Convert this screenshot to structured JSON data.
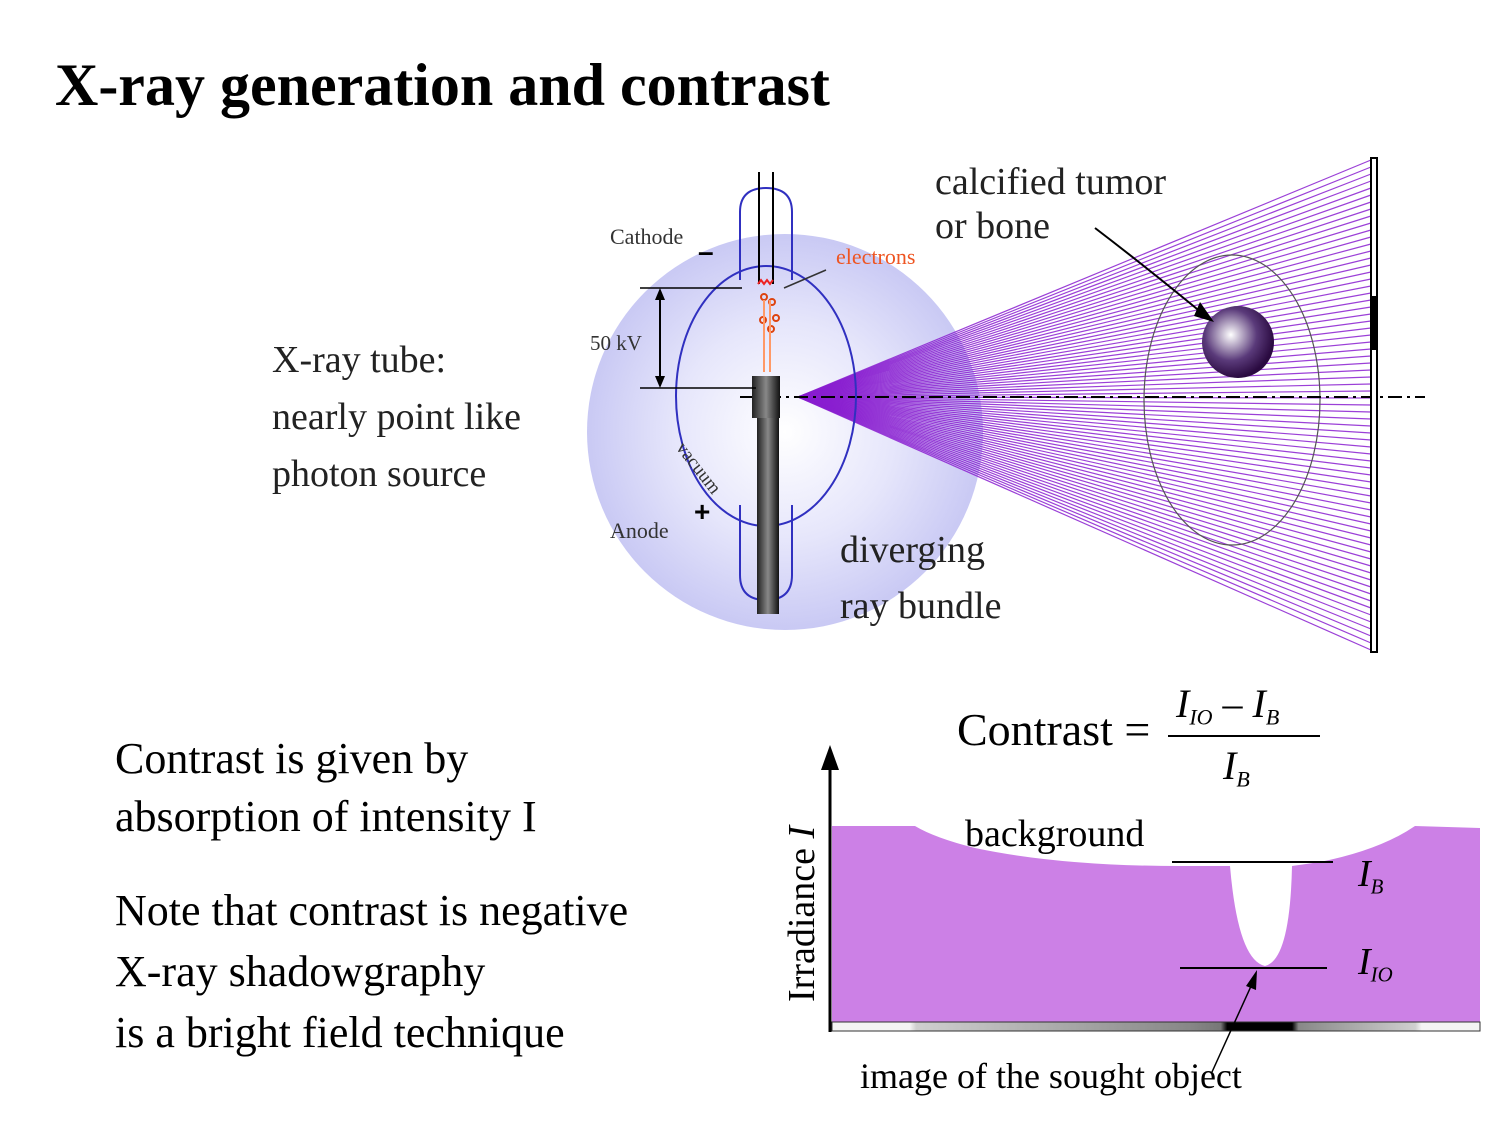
{
  "title": "X-ray generation and contrast",
  "diagram": {
    "tube_note_lines": [
      "X-ray tube:",
      "nearly point like",
      "photon source"
    ],
    "cathode": "Cathode",
    "anode": "Anode",
    "minus": "–",
    "plus": "+",
    "voltage": "50 kV",
    "electrons": "electrons",
    "vacuum": "vacuum",
    "tumor_lines": [
      "calcified tumor",
      "or bone"
    ],
    "bundle_lines": [
      "diverging",
      "ray bundle"
    ],
    "colors": {
      "rays": "#8a1fd0",
      "glow": "#c8c8f8",
      "tube_outline": "#3030c0",
      "electrons": "#ee5522"
    }
  },
  "text": {
    "contrast_lines": [
      "Contrast is given by",
      "absorption of intensity I"
    ],
    "note_lines": [
      "Note that contrast is negative",
      "X-ray shadowgraphy",
      "is a bright field technique"
    ]
  },
  "formula": {
    "lhs": "Contrast =",
    "num_i1": "I",
    "num_sub1": "IO",
    "minus": " – ",
    "num_i2": "I",
    "num_sub2": "B",
    "den_i": "I",
    "den_sub": "B"
  },
  "plot": {
    "y_axis_label": "Irradiance ",
    "y_axis_var": "I",
    "background": "background",
    "ib": "I",
    "ib_sub": "B",
    "iio": "I",
    "iio_sub": "IO",
    "caption": "image of the sought object",
    "fill_color": "#cc80e6"
  }
}
